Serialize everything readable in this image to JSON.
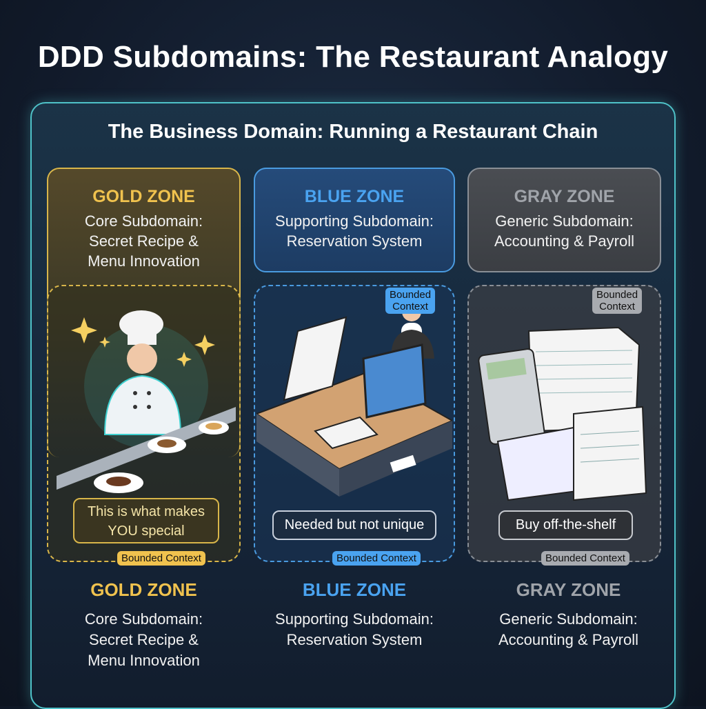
{
  "title": "DDD Subdomains: The Restaurant Analogy",
  "domain_title": "The Business Domain: Running a Restaurant Chain",
  "colors": {
    "gold": "#f0c24e",
    "blue": "#4aa3f0",
    "gray": "#a0a4aa",
    "outline": "#4fc3c9"
  },
  "zones": [
    {
      "name": "GOLD ZONE",
      "line1": "Core Subdomain:",
      "line2": "Secret Recipe &",
      "line3": "Menu Innovation",
      "caption_line1": "This is what makes",
      "caption_line2": "YOU special",
      "tag": "Bounded Context",
      "illustration": "chef-plating-dish"
    },
    {
      "name": "BLUE ZONE",
      "line1": "Supporting Subdomain:",
      "line2": "Reservation System",
      "caption": "Needed but not unique",
      "tag": "Bounded Context",
      "tag_top_line1": "Bounded",
      "tag_top_line2": "Context",
      "illustration": "reservation-desk"
    },
    {
      "name": "GRAY ZONE",
      "line1": "Generic Subdomain:",
      "line2": "Accounting & Payroll",
      "caption": "Buy off-the-shelf",
      "tag": "Bounded Context",
      "tag_top_line1": "Bounded",
      "tag_top_line2": "Context",
      "illustration": "calculator-spreadsheets"
    }
  ]
}
